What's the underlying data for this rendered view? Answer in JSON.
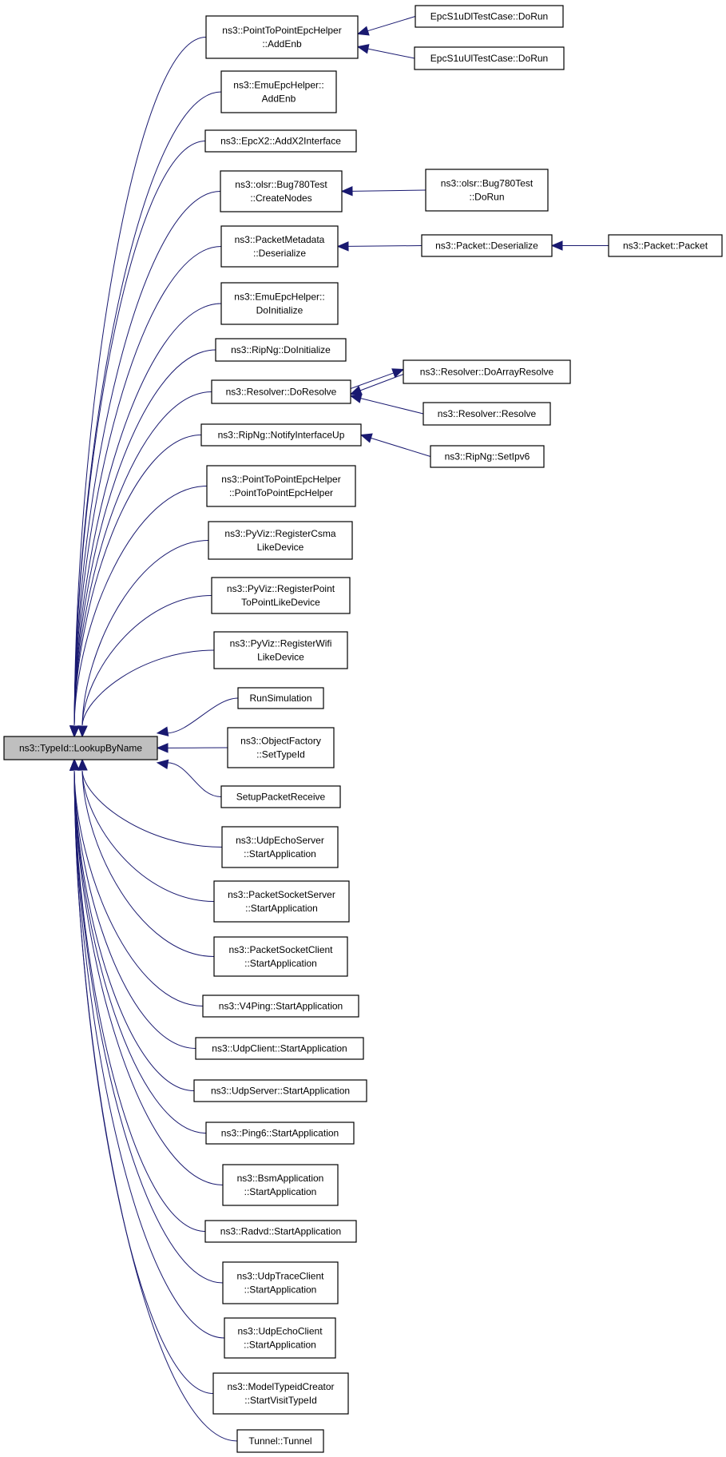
{
  "diagram": {
    "root": "ns3::TypeId::LookupByName",
    "callers": [
      {
        "id": "n1",
        "lines": [
          "ns3::PointToPointEpcHelper",
          "::AddEnb"
        ]
      },
      {
        "id": "n2",
        "lines": [
          "ns3::EmuEpcHelper::",
          "AddEnb"
        ]
      },
      {
        "id": "n3",
        "lines": [
          "ns3::EpcX2::AddX2Interface"
        ]
      },
      {
        "id": "n4",
        "lines": [
          "ns3::olsr::Bug780Test",
          "::CreateNodes"
        ]
      },
      {
        "id": "n5",
        "lines": [
          "ns3::PacketMetadata",
          "::Deserialize"
        ]
      },
      {
        "id": "n6",
        "lines": [
          "ns3::EmuEpcHelper::",
          "DoInitialize"
        ]
      },
      {
        "id": "n7",
        "lines": [
          "ns3::RipNg::DoInitialize"
        ]
      },
      {
        "id": "n8",
        "lines": [
          "ns3::Resolver::DoResolve"
        ]
      },
      {
        "id": "n9",
        "lines": [
          "ns3::RipNg::NotifyInterfaceUp"
        ]
      },
      {
        "id": "n10",
        "lines": [
          "ns3::PointToPointEpcHelper",
          "::PointToPointEpcHelper"
        ]
      },
      {
        "id": "n11",
        "lines": [
          "ns3::PyViz::RegisterCsma",
          "LikeDevice"
        ]
      },
      {
        "id": "n12",
        "lines": [
          "ns3::PyViz::RegisterPoint",
          "ToPointLikeDevice"
        ]
      },
      {
        "id": "n13",
        "lines": [
          "ns3::PyViz::RegisterWifi",
          "LikeDevice"
        ]
      },
      {
        "id": "n14",
        "lines": [
          "RunSimulation"
        ]
      },
      {
        "id": "n15",
        "lines": [
          "ns3::ObjectFactory",
          "::SetTypeId"
        ]
      },
      {
        "id": "n16",
        "lines": [
          "SetupPacketReceive"
        ]
      },
      {
        "id": "n17",
        "lines": [
          "ns3::UdpEchoServer",
          "::StartApplication"
        ]
      },
      {
        "id": "n18",
        "lines": [
          "ns3::PacketSocketServer",
          "::StartApplication"
        ]
      },
      {
        "id": "n19",
        "lines": [
          "ns3::PacketSocketClient",
          "::StartApplication"
        ]
      },
      {
        "id": "n20",
        "lines": [
          "ns3::V4Ping::StartApplication"
        ]
      },
      {
        "id": "n21",
        "lines": [
          "ns3::UdpClient::StartApplication"
        ]
      },
      {
        "id": "n22",
        "lines": [
          "ns3::UdpServer::StartApplication"
        ]
      },
      {
        "id": "n23",
        "lines": [
          "ns3::Ping6::StartApplication"
        ]
      },
      {
        "id": "n24",
        "lines": [
          "ns3::BsmApplication",
          "::StartApplication"
        ]
      },
      {
        "id": "n25",
        "lines": [
          "ns3::Radvd::StartApplication"
        ]
      },
      {
        "id": "n26",
        "lines": [
          "ns3::UdpTraceClient",
          "::StartApplication"
        ]
      },
      {
        "id": "n27",
        "lines": [
          "ns3::UdpEchoClient",
          "::StartApplication"
        ]
      },
      {
        "id": "n28",
        "lines": [
          "ns3::ModelTypeidCreator",
          "::StartVisitTypeId"
        ]
      },
      {
        "id": "n29",
        "lines": [
          "Tunnel::Tunnel"
        ]
      }
    ],
    "second_level": [
      {
        "id": "m1",
        "lines": [
          "EpcS1uDlTestCase::DoRun"
        ]
      },
      {
        "id": "m2",
        "lines": [
          "EpcS1uUlTestCase::DoRun"
        ]
      },
      {
        "id": "m3",
        "lines": [
          "ns3::olsr::Bug780Test",
          "::DoRun"
        ]
      },
      {
        "id": "m4",
        "lines": [
          "ns3::Packet::Deserialize"
        ]
      },
      {
        "id": "m5",
        "lines": [
          "ns3::Resolver::DoArrayResolve"
        ]
      },
      {
        "id": "m6",
        "lines": [
          "ns3::Resolver::Resolve"
        ]
      },
      {
        "id": "m7",
        "lines": [
          "ns3::RipNg::SetIpv6"
        ]
      }
    ],
    "third_level": [
      {
        "id": "p1",
        "lines": [
          "ns3::Packet::Packet"
        ]
      }
    ],
    "edges": [
      [
        "m1",
        "n1"
      ],
      [
        "m2",
        "n1"
      ],
      [
        "m3",
        "n4"
      ],
      [
        "m4",
        "n5"
      ],
      [
        "p1",
        "m4"
      ],
      [
        "m5",
        "n8"
      ],
      [
        "n8",
        "m5"
      ],
      [
        "m6",
        "n8"
      ],
      [
        "m7",
        "n9"
      ]
    ],
    "colors": {
      "edge": "#191970",
      "root_fill": "#bfbfbf",
      "node_fill": "#ffffff",
      "node_stroke": "#000000"
    }
  }
}
